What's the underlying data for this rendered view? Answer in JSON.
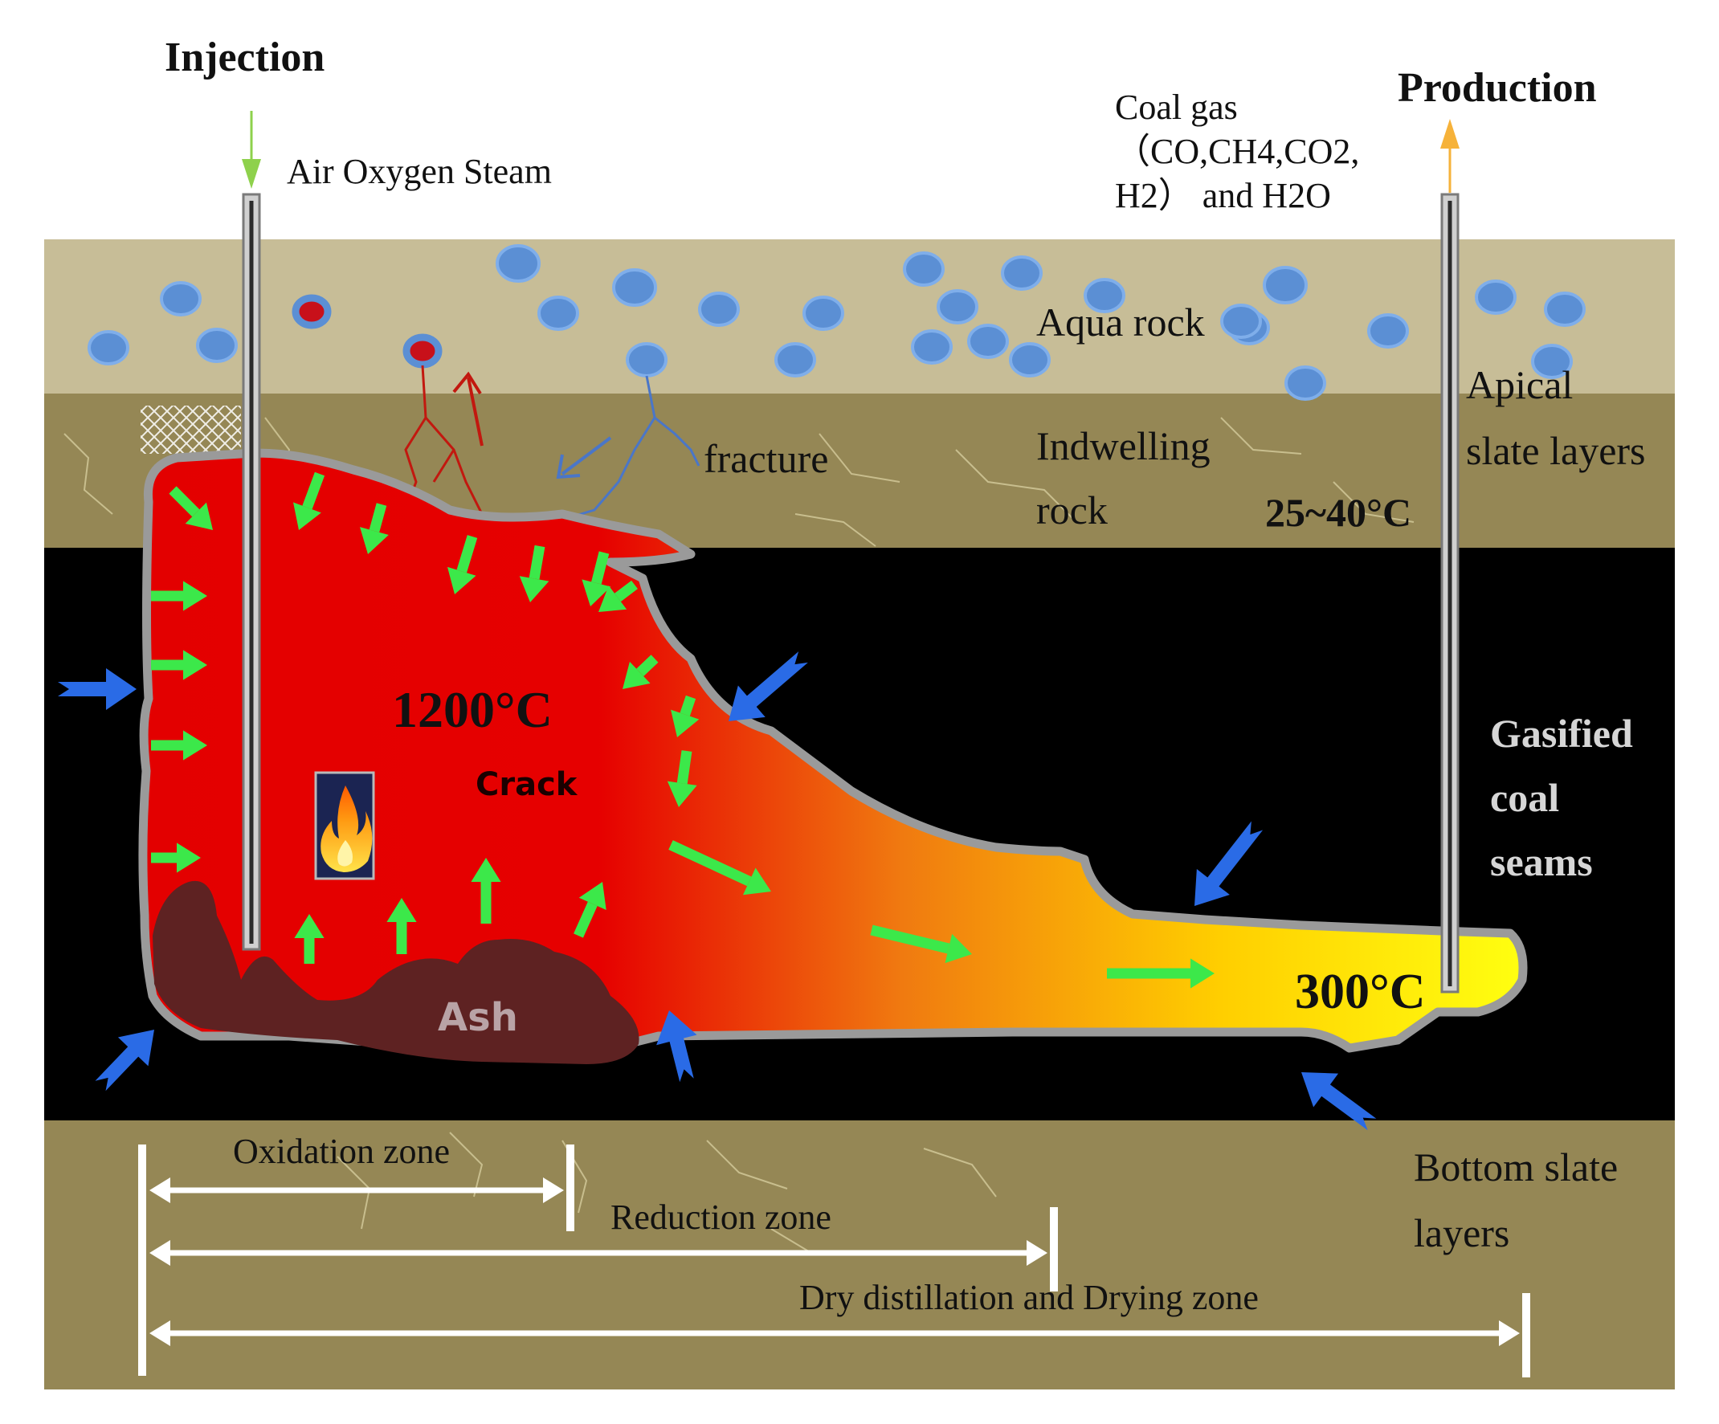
{
  "labels": {
    "injection": "Injection",
    "injection_gases": "Air Oxygen Steam",
    "production": "Production",
    "coal_gas_line1": "Coal gas",
    "coal_gas_line2": "（CO,CH4,CO2,",
    "coal_gas_line3": "H2）  and H2O",
    "aqua_rock": "Aqua rock",
    "apical_line1": "Apical",
    "apical_line2": "slate layers",
    "indwelling_line1": "Indwelling",
    "indwelling_line2": "rock",
    "fracture": "fracture",
    "temp_top": "25~40°C",
    "temp_hot": "1200°C",
    "crack": "Crack",
    "temp_cool": "300°C",
    "ash": "Ash",
    "gasified_line1": "Gasified",
    "gasified_line2": "coal",
    "gasified_line3": "seams",
    "bottom_line1": "Bottom slate",
    "bottom_line2": "layers",
    "oxidation_zone": "Oxidation zone",
    "reduction_zone": "Reduction zone",
    "drying_zone": "Dry distillation and Drying zone"
  },
  "colors": {
    "aqua_layer": "#c7bd97",
    "slate_layer": "#958755",
    "coal_seam": "#000000",
    "cavity_hot": "#e30000",
    "cavity_mid": "#f07a10",
    "cavity_cool": "#ffee00",
    "ash": "#5e2222",
    "ash_text": "#b9a3a6",
    "bubble": "#5b8fd4",
    "bubble_red": "#c8101a",
    "inflow_arrow": "#2a6be6",
    "flow_arrow": "#3ce84a",
    "injection_arrow": "#8ed14c",
    "production_arrow": "#f6b23a",
    "zone_bar": "#ffffff",
    "gasified_text": "#d6d6d6"
  },
  "icons": [
    "flame-icon"
  ]
}
